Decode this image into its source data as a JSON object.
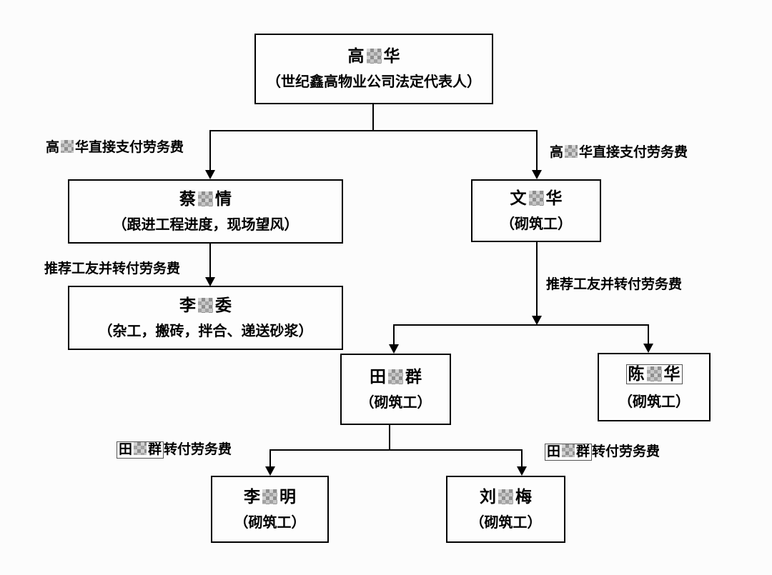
{
  "colors": {
    "line": "#000000",
    "box_border": "#000000",
    "background": "#fcfcfc",
    "redaction": "#a2a2a2"
  },
  "nodes": {
    "gao": {
      "pre": "高",
      "post": "华",
      "subtitle": "（世纪鑫高物业公司法定代表人）"
    },
    "cai": {
      "pre": "蔡",
      "post": "情",
      "subtitle": "（跟进工程进度，现场望风）"
    },
    "wen": {
      "pre": "文",
      "post": "华",
      "subtitle": "（砌筑工）"
    },
    "liwei": {
      "pre": "李",
      "post": "委",
      "subtitle": "（杂工，搬砖，拌合、递送砂浆）"
    },
    "tian": {
      "pre": "田",
      "post": "群",
      "subtitle": "（砌筑工）"
    },
    "chen": {
      "pre": "陈",
      "post": "华",
      "subtitle": "（砌筑工）"
    },
    "liming": {
      "pre": "李",
      "post": "明",
      "subtitle": "（砌筑工）"
    },
    "liu": {
      "pre": "刘",
      "post": "梅",
      "subtitle": "（砌筑工）"
    }
  },
  "labels": {
    "gao_pay_left": {
      "pre": "高",
      "post": "华直接支付劳务费"
    },
    "gao_pay_right": {
      "pre": "高",
      "post": "华直接支付劳务费"
    },
    "cai_refer": "推荐工友并转付劳务费",
    "wen_refer": "推荐工友并转付劳务费",
    "tian_pay_left": {
      "boxed_pre": "田",
      "boxed_post": "群",
      "rest": "转付劳务费"
    },
    "tian_pay_right": {
      "boxed_pre": "田",
      "boxed_post": "群",
      "rest": "转付劳务费"
    }
  }
}
